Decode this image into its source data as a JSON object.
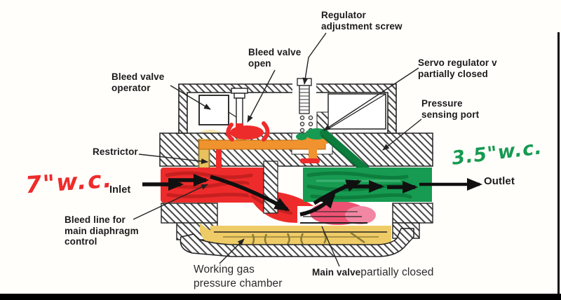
{
  "title": "Servo gas regulator cutaway diagram",
  "labels": {
    "bleed_valve_operator": "Bleed valve\noperator",
    "bleed_valve_open": "Bleed valve\nopen",
    "regulator_adjustment_screw": "Regulator\nadjustment screw",
    "servo_regulator": "Servo regulator v\npartially closed",
    "pressure_sensing_port": "Pressure\nsensing port",
    "restrictor": "Restrictor",
    "inlet": "Inlet",
    "bleed_line": "Bleed line for\nmain diaphragm\ncontrol",
    "working_gas_chamber": "Working gas\npressure chamber",
    "main_valve_print": "Main valve",
    "main_valve_added": "partially closed",
    "outlet": "Outlet"
  },
  "handwritten": {
    "inlet_pressure": "7\"w.c.",
    "outlet_pressure": "3.5\"w.c."
  },
  "colors": {
    "red": "#ee2b2b",
    "red-dark": "#c61f1f",
    "pink": "#ee5272",
    "pink-light": "#f287a3",
    "green": "#179a51",
    "green-dark": "#0d7d3d",
    "orange": "#f0922d",
    "tube": "#e9c25e",
    "chamber": "#eecb66",
    "halo": "#f5dfa0",
    "ink": "#1b1b1b"
  }
}
